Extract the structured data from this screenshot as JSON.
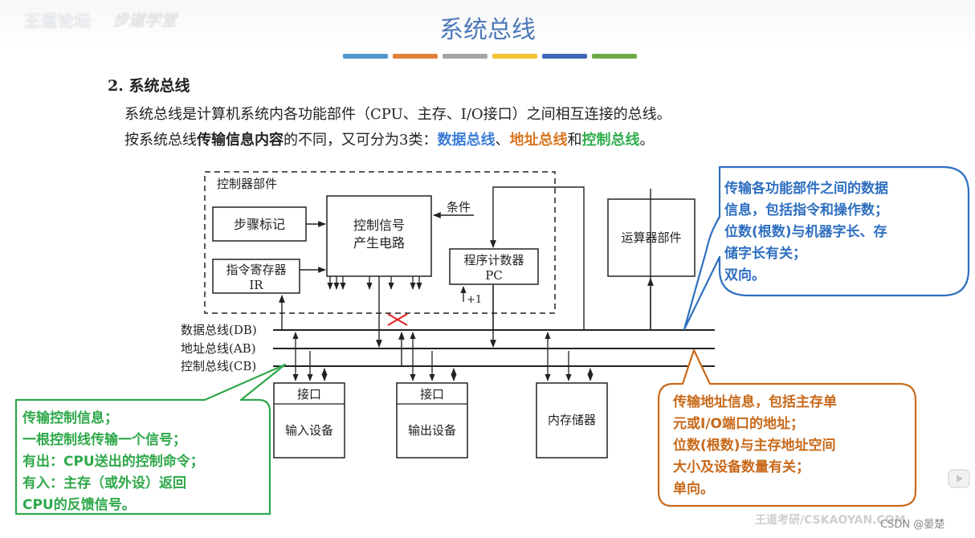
{
  "header": {
    "logo_text": "王道论坛",
    "logo_script": "步道学堂",
    "title": "系统总线",
    "bar_colors": [
      "#4f97cf",
      "#e2803a",
      "#a5a5a5",
      "#f1c232",
      "#3f67b5",
      "#6cab45"
    ]
  },
  "section": {
    "heading": "2. 系统总线",
    "line1": "系统总线是计算机系统内各功能部件（CPU、主存、I/O接口）之间相互连接的总线。",
    "line2_prefix": "按系统总线",
    "line2_bold": "传输信息内容",
    "line2_middle": "的不同，又可分为3类：",
    "data_bus": "数据总线",
    "sep1": "、",
    "address_bus": "地址总线",
    "sep2": "和",
    "control_bus": "控制总线",
    "end": "。"
  },
  "diagram": {
    "controller_group": "控制器部件",
    "step_marker": "步骤标记",
    "signal_gen_line1": "控制信号",
    "signal_gen_line2": "产生电路",
    "condition": "条件",
    "ir_line1": "指令寄存器",
    "ir_line2": "IR",
    "pc_line1": "程序计数器",
    "pc_line2": "PC",
    "plus_one": "+1",
    "alu": "运算器部件",
    "db_label": "数据总线(DB)",
    "ab_label": "地址总线(AB)",
    "cb_label": "控制总线(CB)",
    "interface1": "接口",
    "input_device": "输入设备",
    "interface2": "接口",
    "output_device": "输出设备",
    "memory": "内存储器"
  },
  "callouts": {
    "control": "传输控制信息；\n一根控制线传输一个信号；\n有出：CPU送出的控制命令；\n有入：主存（或外设）返回\nCPU的反馈信号。",
    "data": "传输各功能部件之间的数据\n信息，包括指令和操作数；\n位数(根数)与机器字长、存\n储字长有关；\n双向。",
    "address": "传输地址信息，包括主存单\n元或I/O端口的地址；\n位数(根数)与主存地址空间\n大小及设备数量有关；\n单向。"
  },
  "colors": {
    "title": "#4d79b9",
    "control_callout": "#2fa84a",
    "data_callout": "#2f6fc0",
    "address_callout": "#c8691a",
    "mark": "#e02020"
  },
  "footer": {
    "faint_text": "王道考研/CSKAOYAN.COM",
    "watermark": "CSDN @晏楚"
  }
}
